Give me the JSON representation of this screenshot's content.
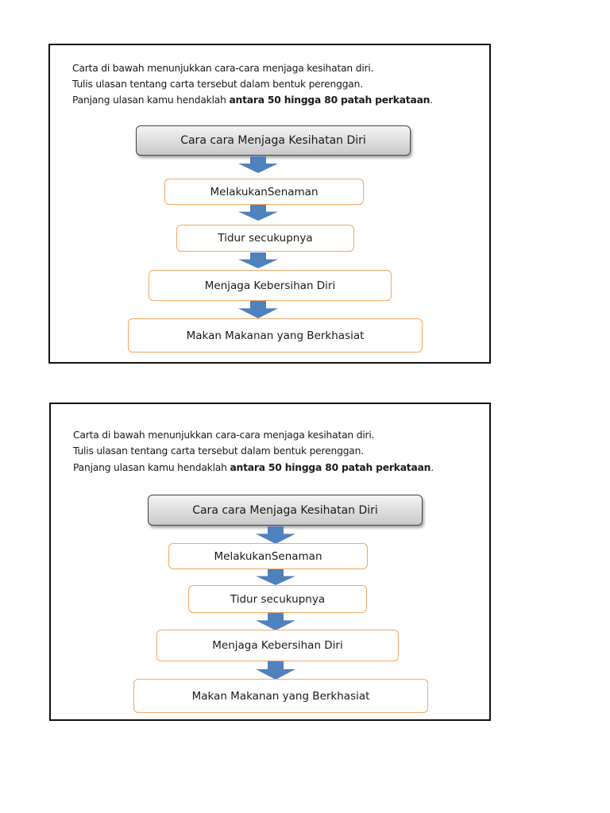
{
  "panels": [
    {
      "instructions": {
        "line1": "Carta di bawah menunjukkan  cara-cara  menjaga kesihatan diri.",
        "line2": "Tulis ulasan tentang carta tersebut dalam bentuk perenggan.",
        "line3_prefix": "Panjang ulasan kamu hendaklah ",
        "line3_bold": "antara 50 hingga 80 patah perkataan",
        "line3_suffix": "."
      },
      "chart": {
        "title": "Cara cara Menjaga Kesihatan Diri",
        "steps": [
          "MelakukanSenaman",
          "Tidur secukupnya",
          "Menjaga Kebersihan Diri",
          "Makan Makanan yang Berkhasiat"
        ]
      }
    },
    {
      "instructions": {
        "line1": "Carta di bawah menunjukkan  cara-cara  menjaga kesihatan diri.",
        "line2": "Tulis ulasan tentang carta tersebut dalam bentuk perenggan.",
        "line3_prefix": "Panjang ulasan kamu hendaklah ",
        "line3_bold": "antara 50 hingga 80 patah perkataan",
        "line3_suffix": "."
      },
      "chart": {
        "title": "Cara cara Menjaga Kesihatan Diri",
        "steps": [
          "MelakukanSenaman",
          "Tidur secukupnya",
          "Menjaga Kebersihan Diri",
          "Makan Makanan yang Berkhasiat"
        ]
      }
    }
  ],
  "colors": {
    "arrow": "#4f81bd",
    "step_border": "#f0a868",
    "frame": "#111111"
  }
}
